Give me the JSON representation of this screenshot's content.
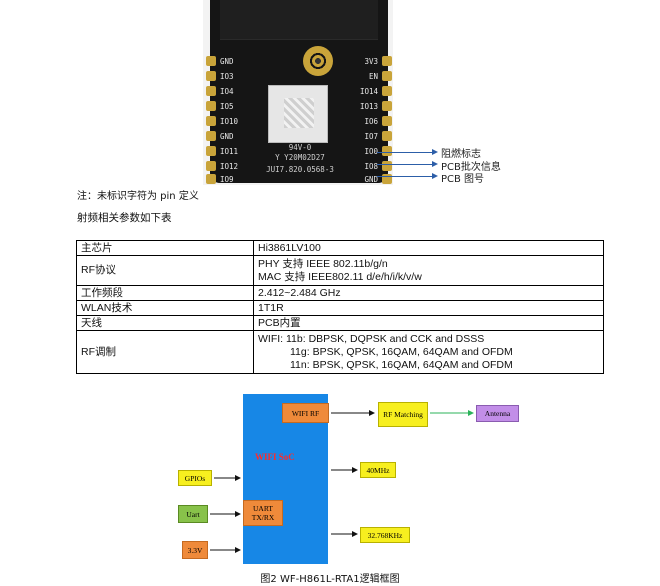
{
  "module": {
    "left_pins": [
      "GND",
      "IO3",
      "IO4",
      "IO5",
      "IO10",
      "GND",
      "IO11",
      "IO12",
      "IO9"
    ],
    "right_pins": [
      "3V3",
      "EN",
      "IO14",
      "IO13",
      "IO6",
      "IO7",
      "IO0",
      "IO8",
      "GND"
    ],
    "marking_1": "94V-0",
    "marking_2": "Y Y20M02D27",
    "marking_3": "JUI7.820.0568-3"
  },
  "callouts": [
    "阻燃标志",
    "PCB批次信息",
    "PCB 图号"
  ],
  "note": "注：未标识字符为 pin 定义",
  "intro": "射频相关参数如下表",
  "table": {
    "chip_k": "主芯片",
    "chip_v": "Hi3861LV100",
    "rf_k": "RF协议",
    "rf_v1": "PHY 支持 IEEE 802.11b/g/n",
    "rf_v2": "MAC 支持 IEEE802.11 d/e/h/i/k/v/w",
    "band_k": "工作频段",
    "band_v": "2.412~2.484 GHz",
    "wlan_k": "WLAN技术",
    "wlan_v": "1T1R",
    "ant_k": "天线",
    "ant_v": "PCB内置",
    "mod_k": "RF调制",
    "mod_v1": "WIFI: 11b: DBPSK, DQPSK and CCK and DSSS",
    "mod_v2": "11g: BPSK, QPSK, 16QAM, 64QAM and OFDM",
    "mod_v3": "11n: BPSK, QPSK, 16QAM, 64QAM and OFDM"
  },
  "diagram": {
    "soc": "WIFI SoC",
    "wifi_rf": "WIFI RF",
    "rf_matching": "RF Matching",
    "antenna": "Antenna",
    "clk1": "40MHz",
    "clk2": "32.768KHz",
    "gpios": "GPIOs",
    "uart_block": "UART TX/RX",
    "uart": "Uart",
    "power": "3.3V",
    "colors": {
      "soc": "#1787e6",
      "orange": "#ef8a3a",
      "yellow": "#f7ef1f",
      "green": "#88c24a",
      "purple": "#c28ee8",
      "soc_label": "#ff2a2a"
    }
  },
  "caption": "图2 WF-H861L-RTA1逻辑框图"
}
